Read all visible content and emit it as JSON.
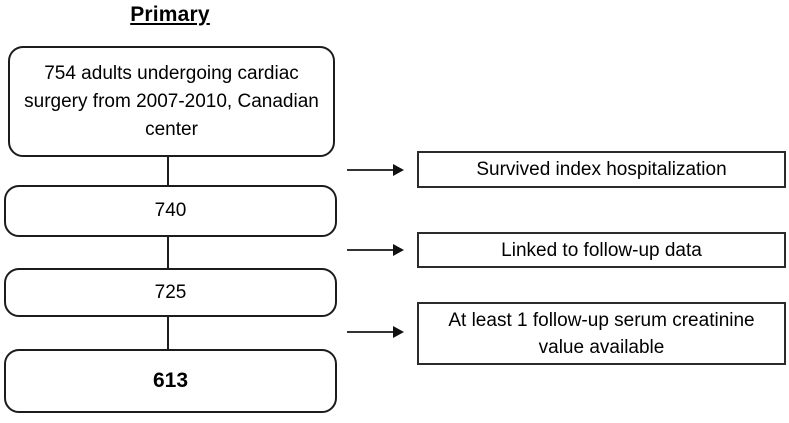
{
  "title": "Primary",
  "left_column": {
    "boxes": [
      {
        "label": "754 adults undergoing cardiac surgery from 2007-2010, Canadian center",
        "bold": false
      },
      {
        "label": "740",
        "bold": false
      },
      {
        "label": "725",
        "bold": false
      },
      {
        "label": "613",
        "bold": true
      }
    ]
  },
  "right_column": {
    "boxes": [
      {
        "label": "Survived index hospitalization"
      },
      {
        "label": "Linked to follow-up data"
      },
      {
        "label": "At least 1 follow-up serum creatinine value available"
      }
    ]
  },
  "colors": {
    "background": "#ffffff",
    "border": "#1c1c1c",
    "text": "#000000",
    "arrow": "#111111"
  }
}
